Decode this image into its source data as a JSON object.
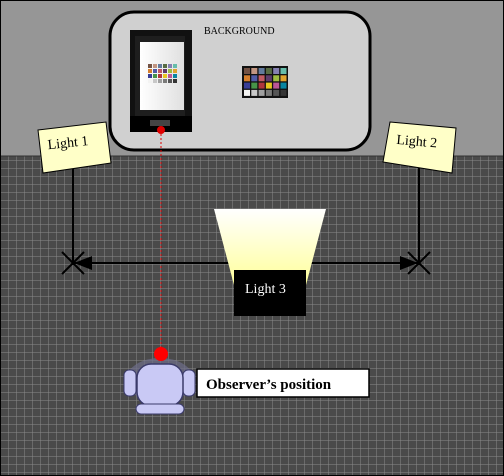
{
  "background": {
    "label": "BACKGROUND"
  },
  "lights": [
    {
      "label": "Light 1"
    },
    {
      "label": "Light 2"
    },
    {
      "label": "Light 3"
    }
  ],
  "observer": {
    "label": "Observer’s position"
  },
  "colors": {
    "wall": "#969696",
    "floor": "#4a4a4a",
    "floor_grid": "#8a8a8a",
    "panel": "#d0d0d0",
    "light_label_bg": "#ffffc8",
    "sight_line": "#e00000",
    "chair": "#c9c9f5",
    "light3_beam": "#ffffa0"
  }
}
